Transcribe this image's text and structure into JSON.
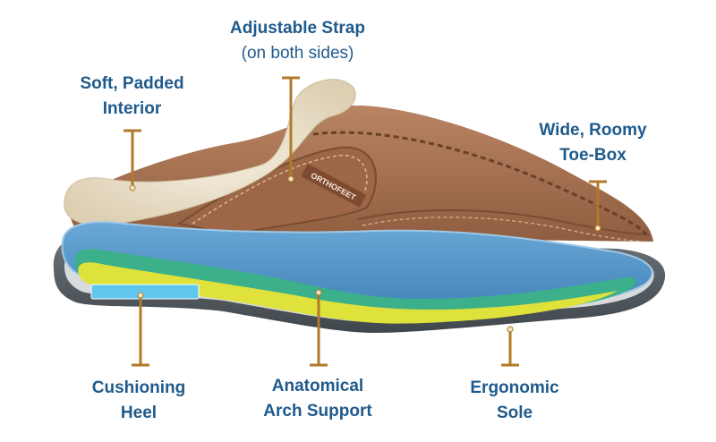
{
  "colors": {
    "label_text": "#1f5a8c",
    "callout_line": "#b07a2a",
    "suede": "#a8714f",
    "fleece": "#efe6d2",
    "outsole": "#5b636a",
    "insole_blue": "#4d8fc4",
    "foam_green": "#3cb08a",
    "foam_yellow": "#dfe23a",
    "heel_pad": "#5fc7ee"
  },
  "brand_tag": "ORTHOFEET",
  "callouts": [
    {
      "id": "strap",
      "lines": [
        "Adjustable Strap"
      ],
      "sub": "(on both sides)"
    },
    {
      "id": "interior",
      "lines": [
        "Soft, Padded",
        "Interior"
      ],
      "sub": ""
    },
    {
      "id": "toebox",
      "lines": [
        "Wide, Roomy",
        "Toe-Box"
      ],
      "sub": ""
    },
    {
      "id": "heel",
      "lines": [
        "Cushioning",
        "Heel"
      ],
      "sub": ""
    },
    {
      "id": "arch",
      "lines": [
        "Anatomical",
        "Arch Support"
      ],
      "sub": ""
    },
    {
      "id": "sole",
      "lines": [
        "Ergonomic",
        "Sole"
      ],
      "sub": ""
    }
  ]
}
